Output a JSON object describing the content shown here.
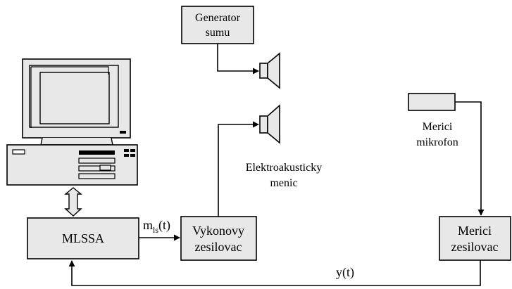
{
  "blocks": {
    "generator": {
      "line1": "Generator",
      "line2": "sumu"
    },
    "mlssa": {
      "label": "MLSSA"
    },
    "amplifier": {
      "line1": "Vykonovy",
      "line2": "zesilovac"
    },
    "measure_amp": {
      "line1": "Merici",
      "line2": "zesilovac"
    }
  },
  "labels": {
    "microphone": {
      "line1": "Merici",
      "line2": "mikrofon"
    },
    "transducer": {
      "line1": "Elektroakusticky",
      "line2": "menic"
    },
    "signal_m": {
      "main": "m",
      "sub": "ls",
      "arg": "(t)"
    },
    "signal_y": "y(t)"
  }
}
